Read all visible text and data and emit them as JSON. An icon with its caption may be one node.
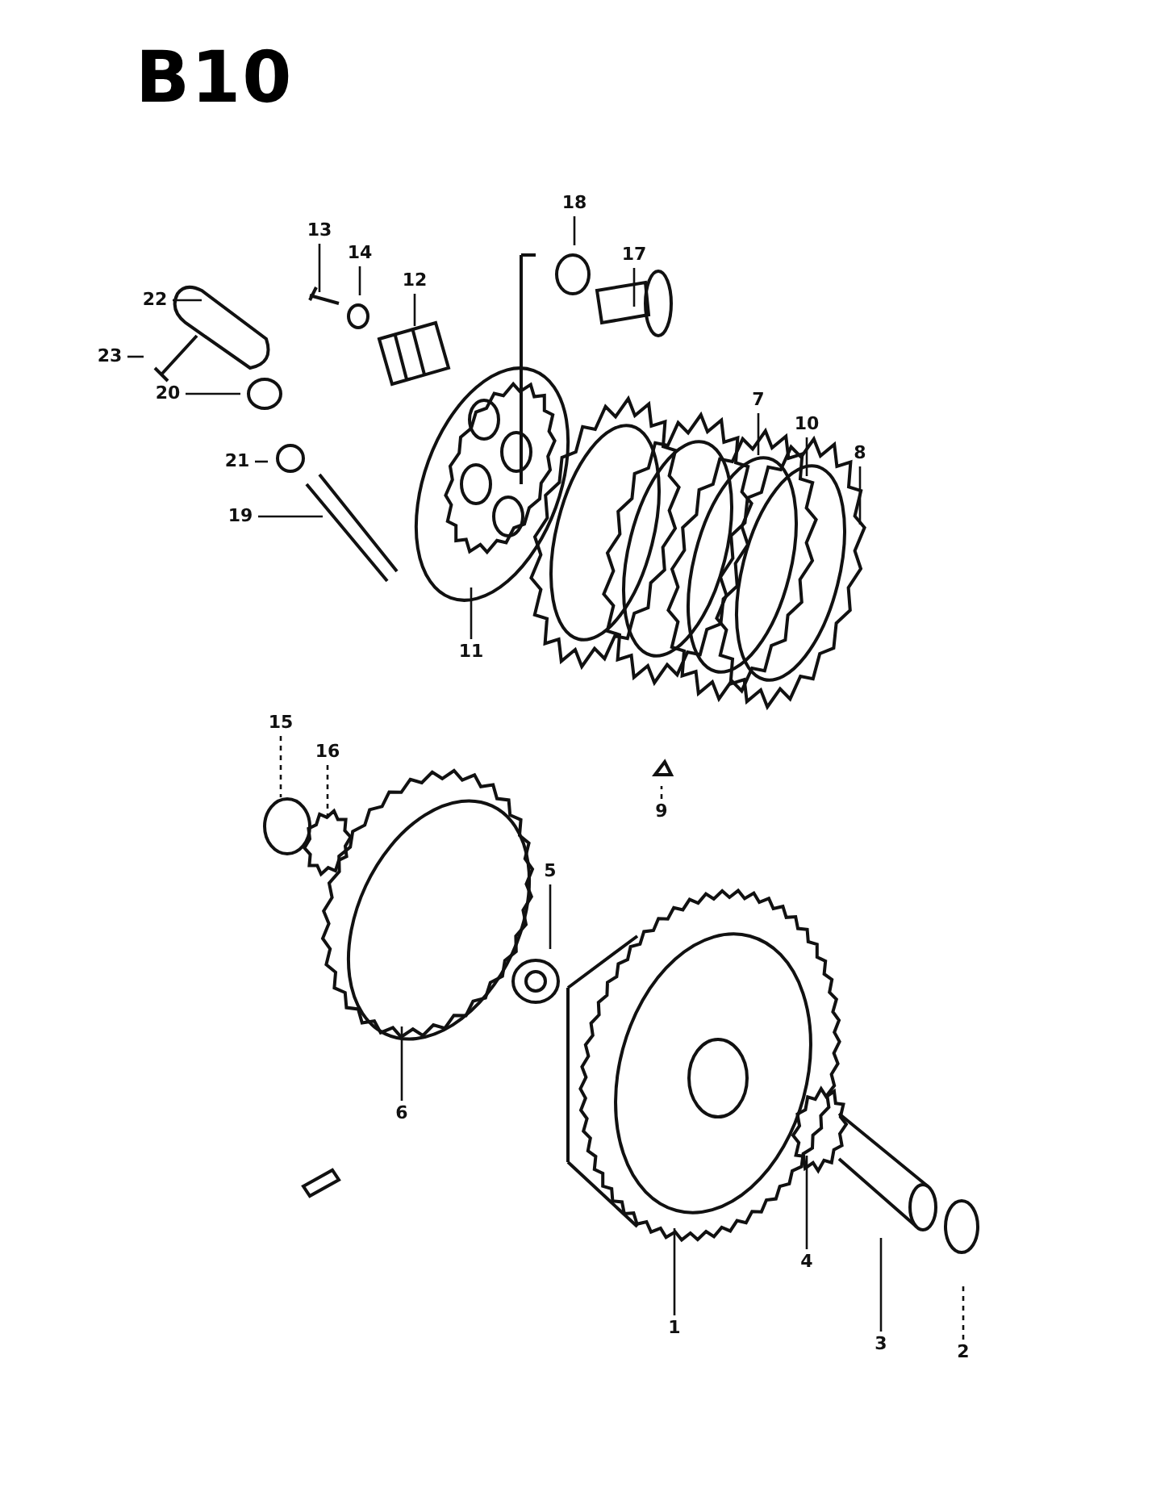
{
  "diagram": {
    "title": "B10",
    "nodes": [
      {
        "text": [
          "18"
        ]
      },
      {
        "text": [
          "13"
        ]
      },
      {
        "text": [
          "14"
        ]
      },
      {
        "text": [
          "17"
        ]
      },
      {
        "text": [
          "12"
        ]
      },
      {
        "text": [
          "22"
        ]
      },
      {
        "text": [
          "23"
        ]
      },
      {
        "text": [
          "7"
        ]
      },
      {
        "text": [
          "20"
        ]
      },
      {
        "text": [
          "10"
        ]
      },
      {
        "text": [
          "21"
        ]
      },
      {
        "text": [
          "8"
        ]
      },
      {
        "text": [
          "19"
        ]
      },
      {
        "text": [
          "11"
        ]
      },
      {
        "text": [
          "15"
        ]
      },
      {
        "text": [
          "16"
        ]
      },
      {
        "text": [
          "9"
        ]
      },
      {
        "text": [
          "5"
        ]
      },
      {
        "text": [
          "6"
        ]
      },
      {
        "text": [
          "4"
        ]
      },
      {
        "text": [
          "1"
        ]
      },
      {
        "text": [
          "3"
        ]
      },
      {
        "text": [
          "2"
        ]
      }
    ],
    "edges": [
      {
        "from": 0,
        "to": null,
        "arrow": "none"
      },
      {
        "from": 1,
        "to": null,
        "arrow": "none"
      },
      {
        "from": 2,
        "to": null,
        "arrow": "none"
      },
      {
        "from": 3,
        "to": null,
        "arrow": "none"
      },
      {
        "from": 4,
        "to": null,
        "arrow": "none"
      },
      {
        "from": 5,
        "to": null,
        "arrow": "none"
      },
      {
        "from": 6,
        "to": null,
        "arrow": "none"
      },
      {
        "from": 7,
        "to": null,
        "arrow": "none"
      },
      {
        "from": 8,
        "to": null,
        "arrow": "none"
      },
      {
        "from": 9,
        "to": null,
        "arrow": "none"
      },
      {
        "from": 10,
        "to": null,
        "arrow": "none"
      },
      {
        "from": 11,
        "to": null,
        "arrow": "none"
      },
      {
        "from": 12,
        "to": null,
        "arrow": "none"
      },
      {
        "from": 13,
        "to": null,
        "arrow": "none"
      },
      {
        "from": 14,
        "to": null,
        "arrow": "none",
        "style": "dashed"
      },
      {
        "from": 15,
        "to": null,
        "arrow": "none",
        "style": "dashed"
      },
      {
        "from": 16,
        "to": null,
        "arrow": "none",
        "style": "dashed"
      },
      {
        "from": 17,
        "to": null,
        "arrow": "none"
      },
      {
        "from": 18,
        "to": null,
        "arrow": "none"
      },
      {
        "from": 19,
        "to": null,
        "arrow": "none"
      },
      {
        "from": 20,
        "to": null,
        "arrow": "none"
      },
      {
        "from": 21,
        "to": null,
        "arrow": "none"
      },
      {
        "from": 22,
        "to": null,
        "arrow": "none",
        "style": "dashed"
      }
    ]
  }
}
